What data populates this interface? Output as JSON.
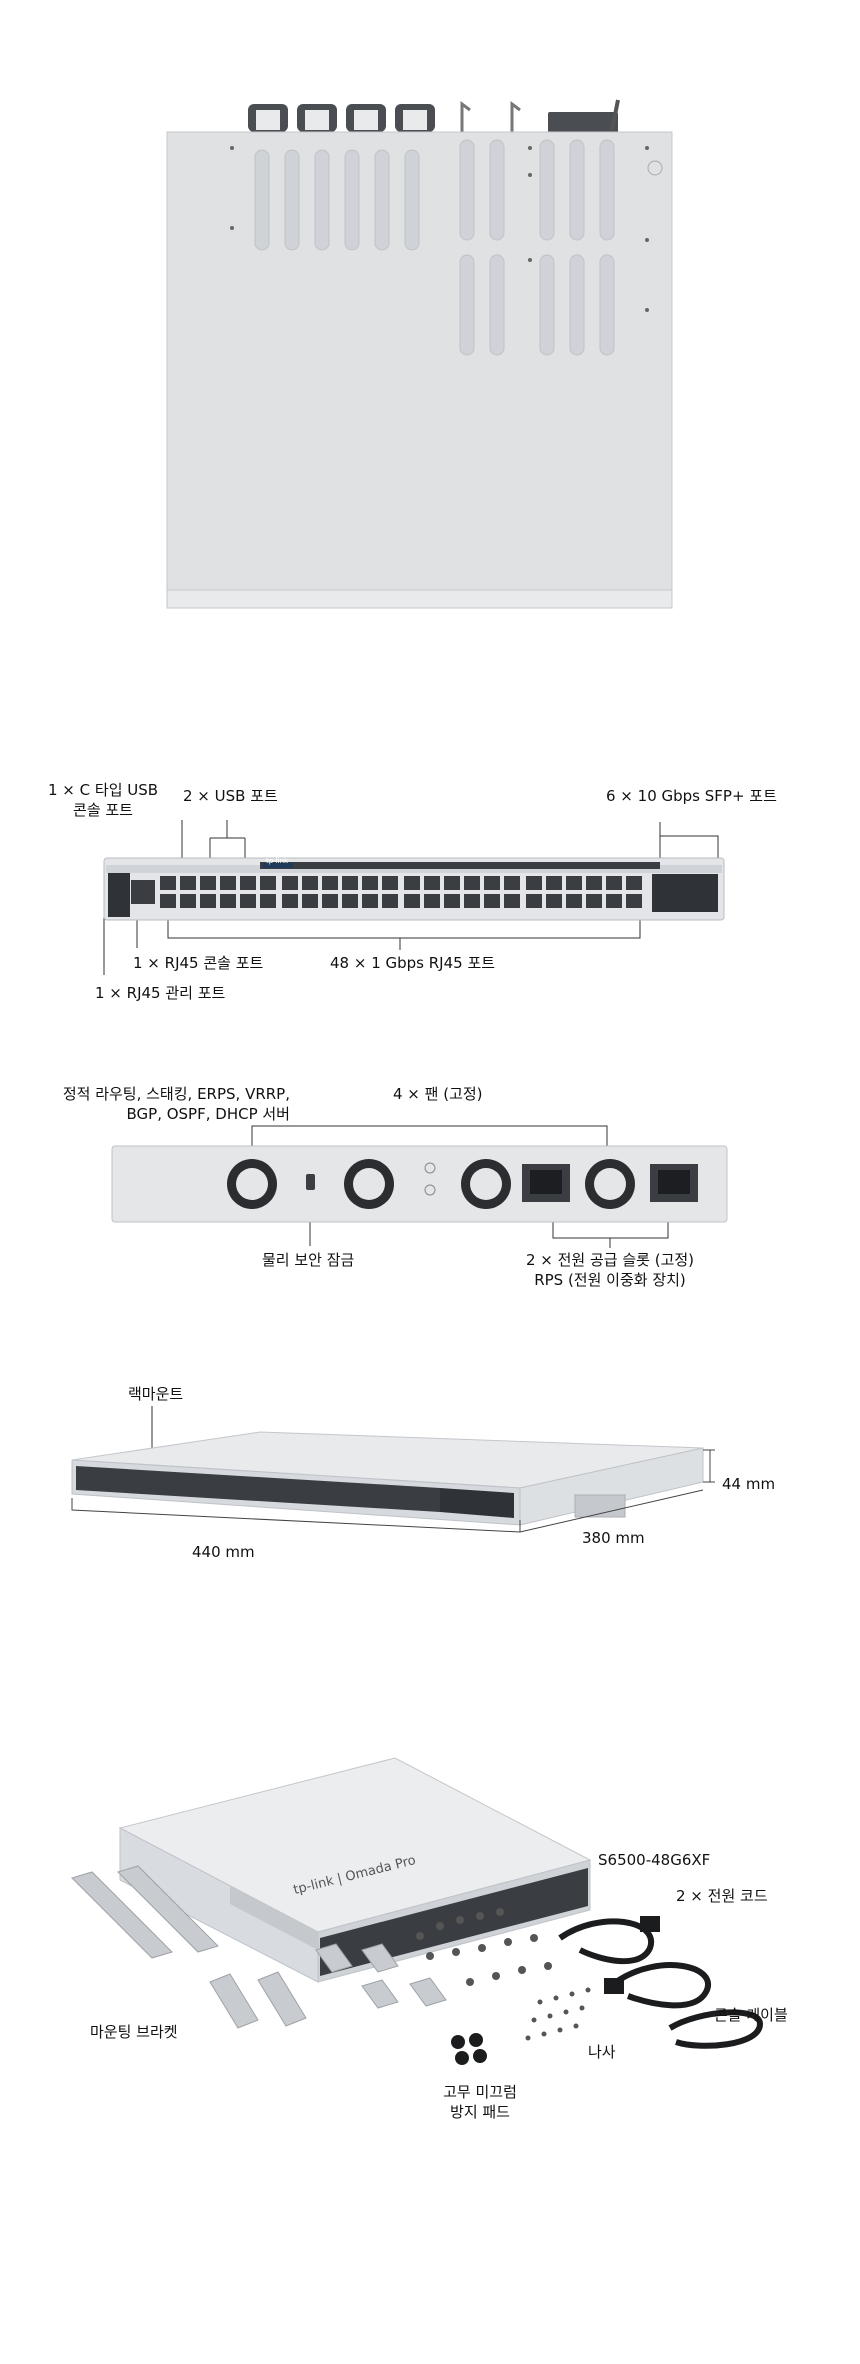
{
  "section_front": {
    "usb_c_console_line1": "1 × C 타입 USB",
    "usb_c_console_line2": "콘솔 포트",
    "usb_ports": "2 × USB 포트",
    "sfp_ports": "6 × 10 Gbps SFP+ 포트",
    "rj45_console": "1 × RJ45 콘솔 포트",
    "rj45_ports": "48 × 1 Gbps RJ45 포트",
    "rj45_mgmt": "1 × RJ45 관리 포트",
    "brand_logo": "tp-link"
  },
  "section_rear": {
    "features_line1": "정적 라우팅, 스태킹, ERPS, VRRP,",
    "features_line2": "BGP, OSPF, DHCP 서버",
    "fans": "4 × 팬 (고정)",
    "security_lock": "물리 보안 잠금",
    "power_line1": "2 × 전원 공급 슬롯 (고정)",
    "power_line2": "RPS (전원 이중화 장치)"
  },
  "section_dimensions": {
    "rackmount": "랙마운트",
    "height": "44 mm",
    "width": "440 mm",
    "depth": "380 mm"
  },
  "section_package": {
    "model": "S6500-48G6XF",
    "power_cords": "2 × 전원 코드",
    "console_cable": "콘솔 케이블",
    "mounting_brackets": "마운팅 브라켓",
    "screws": "나사",
    "rubber_pads_line1": "고무 미끄럼",
    "rubber_pads_line2": "방지 패드",
    "device_logo": "tp-link | Omada Pro"
  },
  "colors": {
    "chassis": "#e4e6e8",
    "chassis_edge": "#c9ccd0",
    "port": "#3a3d42",
    "fan": "#2b2d31",
    "front_dark": "#2f3338",
    "accent_blue": "#1f3b5c"
  }
}
